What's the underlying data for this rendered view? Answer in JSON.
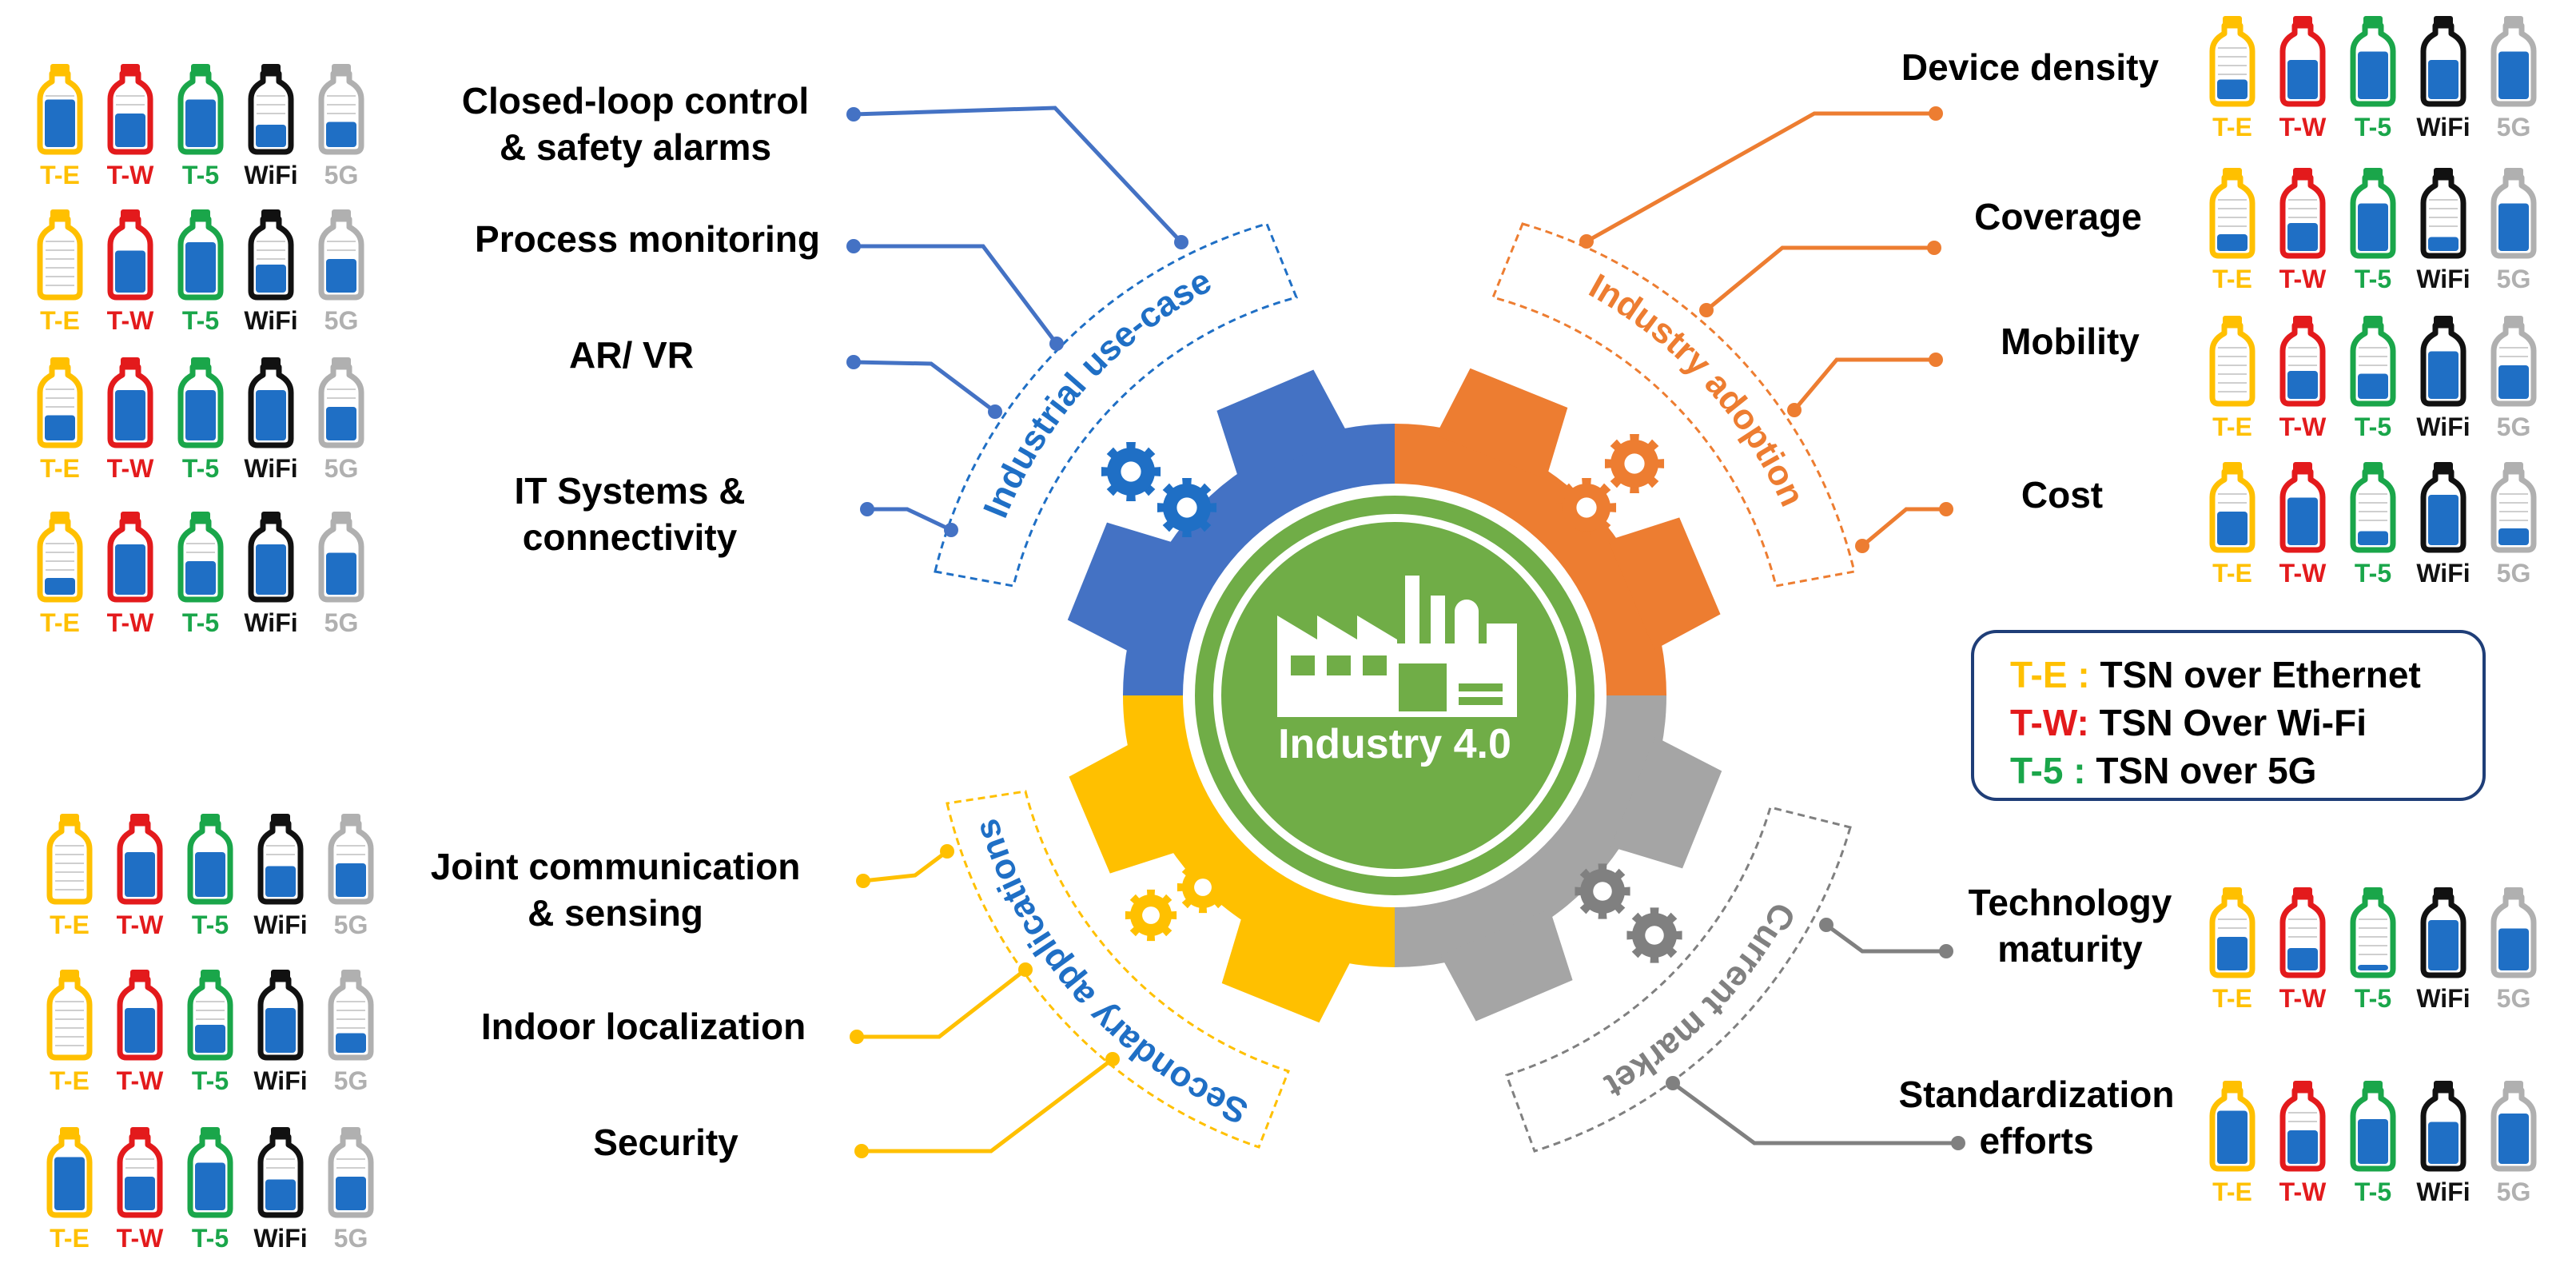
{
  "center": {
    "label": "Industry 4.0",
    "icon": "factory-icon"
  },
  "colors": {
    "blue": "#4472c4",
    "orange": "#ed7d31",
    "yellow": "#ffc000",
    "gray": "#a5a5a5",
    "green_circle": "#70ad47",
    "fill": "#1f6fc5",
    "te": "#ffc000",
    "tw": "#e31a1c",
    "t5": "#1aa64a",
    "wifi": "#111111",
    "g5": "#b0b0b0",
    "label_arc_blue": "#1f6fc5",
    "label_arc_orange": "#ed7d31",
    "label_arc_gray": "#808080"
  },
  "technologies": [
    {
      "key": "te",
      "label": "T-E"
    },
    {
      "key": "tw",
      "label": "T-W"
    },
    {
      "key": "t5",
      "label": "T-5"
    },
    {
      "key": "wifi",
      "label": "WiFi"
    },
    {
      "key": "g5",
      "label": "5G"
    }
  ],
  "legend": [
    {
      "code": "T-E :",
      "text": "TSN over Ethernet",
      "key": "te"
    },
    {
      "code": "T-W:",
      "text": "TSN Over Wi-Fi",
      "key": "tw"
    },
    {
      "code": "T-5 :",
      "text": "TSN over 5G",
      "key": "t5"
    }
  ],
  "sections": [
    {
      "id": "industrial-use-case",
      "title": "Industrial use-case",
      "color": "blue",
      "items": [
        {
          "label_lines": [
            "Closed-loop control",
            "& safety alarms"
          ],
          "levels": [
            0.85,
            0.6,
            0.85,
            0.4,
            0.45
          ]
        },
        {
          "label_lines": [
            "Process monitoring"
          ],
          "levels": [
            0.0,
            0.75,
            0.9,
            0.5,
            0.6
          ]
        },
        {
          "label_lines": [
            "AR/ VR"
          ],
          "levels": [
            0.45,
            0.9,
            0.9,
            0.9,
            0.6
          ]
        },
        {
          "label_lines": [
            "IT Systems &",
            "connectivity"
          ],
          "levels": [
            0.3,
            0.9,
            0.6,
            0.9,
            0.75
          ]
        }
      ]
    },
    {
      "id": "industry-adoption",
      "title": "Industry adoption",
      "color": "orange",
      "items": [
        {
          "label_lines": [
            "Device density"
          ],
          "levels": [
            0.35,
            0.7,
            0.85,
            0.7,
            0.85
          ]
        },
        {
          "label_lines": [
            "Coverage"
          ],
          "levels": [
            0.3,
            0.5,
            0.85,
            0.25,
            0.85
          ]
        },
        {
          "label_lines": [
            "Mobility"
          ],
          "levels": [
            0.0,
            0.5,
            0.45,
            0.85,
            0.6
          ]
        },
        {
          "label_lines": [
            "Cost"
          ],
          "levels": [
            0.6,
            0.85,
            0.25,
            0.9,
            0.3
          ]
        }
      ]
    },
    {
      "id": "secondary-applications",
      "title": "Secondary applications",
      "color": "yellow",
      "items": [
        {
          "label_lines": [
            "Joint communication",
            "& sensing"
          ],
          "levels": [
            0.0,
            0.8,
            0.8,
            0.55,
            0.6
          ]
        },
        {
          "label_lines": [
            "Indoor localization"
          ],
          "levels": [
            0.0,
            0.8,
            0.5,
            0.8,
            0.35
          ]
        },
        {
          "label_lines": [
            "Security"
          ],
          "levels": [
            0.95,
            0.6,
            0.85,
            0.55,
            0.6
          ]
        }
      ]
    },
    {
      "id": "current-market",
      "title": "Current market",
      "color": "gray",
      "items": [
        {
          "label_lines": [
            "Technology",
            "maturity"
          ],
          "levels": [
            0.6,
            0.4,
            0.1,
            0.9,
            0.75
          ]
        },
        {
          "label_lines": [
            "Standardization",
            "efforts"
          ],
          "levels": [
            0.95,
            0.6,
            0.8,
            0.75,
            0.9
          ]
        }
      ]
    }
  ]
}
